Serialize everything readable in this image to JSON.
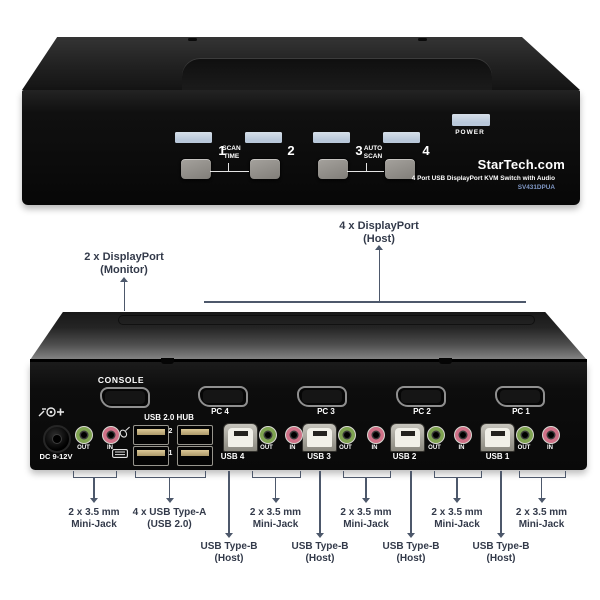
{
  "front": {
    "numbers": [
      "1",
      "2",
      "3",
      "4"
    ],
    "scan_time": {
      "line1": "SCAN",
      "line2": "TIME"
    },
    "auto_scan": {
      "line1": "AUTO",
      "line2": "SCAN"
    },
    "power_label": "POWER",
    "brand": "StarTech.com",
    "product_name": "4 Port USB DisplayPort KVM Switch with Audio",
    "model": "SV431DPUA"
  },
  "back": {
    "console_label": "CONSOLE",
    "dc_label": "DC 9-12V",
    "hub_label": "USB 2.0 HUB",
    "hub_numbers": [
      "2",
      "1"
    ],
    "dp_labels": [
      "PC 4",
      "PC 3",
      "PC 2",
      "PC 1"
    ],
    "usb_labels": [
      "USB 4",
      "USB 3",
      "USB 2",
      "USB 1"
    ],
    "out_label": "OUT",
    "in_label": "IN"
  },
  "ann": {
    "monitor": {
      "line1": "2 x DisplayPort",
      "line2": "(Monitor)"
    },
    "host": {
      "line1": "4 x DisplayPort",
      "line2": "(Host)"
    },
    "row1": [
      {
        "line1": "2 x 3.5 mm",
        "line2": "Mini-Jack"
      },
      {
        "line1": "4 x USB Type-A",
        "line2": "(USB 2.0)"
      },
      {
        "line1": "2 x 3.5 mm",
        "line2": "Mini-Jack"
      },
      {
        "line1": "2 x 3.5 mm",
        "line2": "Mini-Jack"
      },
      {
        "line1": "2 x 3.5 mm",
        "line2": "Mini-Jack"
      },
      {
        "line1": "2 x 3.5 mm",
        "line2": "Mini-Jack"
      }
    ],
    "row2": [
      {
        "line1": "USB Type-B",
        "line2": "(Host)"
      },
      {
        "line1": "USB Type-B",
        "line2": "(Host)"
      },
      {
        "line1": "USB Type-B",
        "line2": "(Host)"
      },
      {
        "line1": "USB Type-B",
        "line2": "(Host)"
      }
    ]
  },
  "colors": {
    "ann-text": "#333a4a",
    "ann-line": "#4d586b",
    "led": "#b9c8da",
    "jack-out": "#7fa351",
    "jack-in": "#cf7187",
    "model": "#8098c6"
  }
}
